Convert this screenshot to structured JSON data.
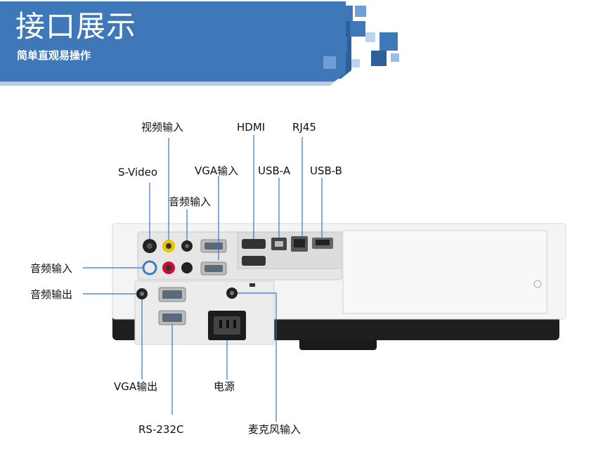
{
  "header": {
    "title": "接口展示",
    "subtitle": "简单直观易操作"
  },
  "labels": {
    "video_in": "视频输入",
    "hdmi": "HDMI",
    "rj45": "RJ45",
    "s_video": "S-Video",
    "vga_in": "VGA输入",
    "usb_a": "USB-A",
    "usb_b": "USB-B",
    "audio_in_top": "音频输入",
    "audio_in_left": "音频输入",
    "audio_out": "音频输出",
    "vga_out": "VGA输出",
    "power": "电源",
    "rs232c": "RS-232C",
    "mic_in": "麦克风输入"
  },
  "colors": {
    "banner_blue": "#3f78b8",
    "banner_dark": "#2d5f9b",
    "leader_line": "#3a73c9",
    "body_white": "#f4f4f4",
    "body_dark": "#1e1e1e"
  }
}
